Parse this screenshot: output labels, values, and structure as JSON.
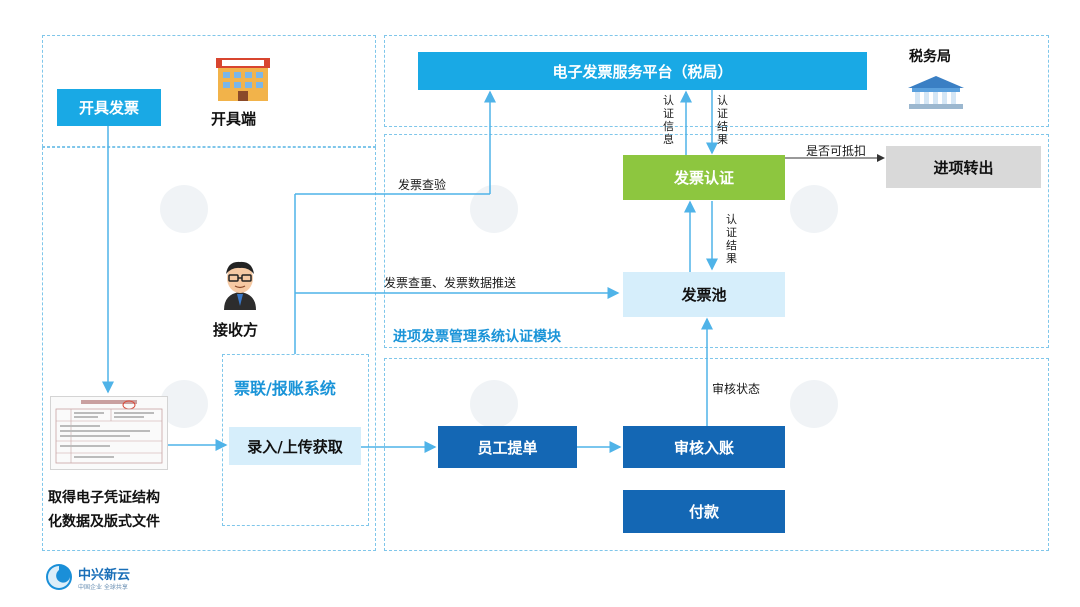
{
  "regions": {
    "tax_bureau_label": "税务局",
    "issuer_label": "开具端",
    "receiver_label": "接收方",
    "module_label": "进项发票管理系统认证模块"
  },
  "nodes": {
    "issue_invoice": "开具发票",
    "platform": "电子发票服务平台（税局）",
    "invoice_auth": "发票认证",
    "input_transfer": "进项转出",
    "invoice_pool": "发票池",
    "ticket_system": "票联/报账系统",
    "upload": "录入/上传获取",
    "employee_submit": "员工提单",
    "review_entry": "审核入账",
    "payment": "付款"
  },
  "edge_labels": {
    "auth_info": "认证信息",
    "auth_result_top": "认证结果",
    "auth_result_mid": "认证结果",
    "deductible": "是否可抵扣",
    "invoice_check": "发票查验",
    "dedup_push": "发票查重、发票数据推送",
    "review_status": "审核状态"
  },
  "document_caption_line1": "取得电子凭证结构",
  "document_caption_line2": "化数据及版式文件",
  "logo": {
    "brand": "中兴新云",
    "slogan": "中国企业 全球共享"
  },
  "colors": {
    "region_border": "#7fc6ea",
    "light_blue": "#19a9e5",
    "dark_blue": "#1467b4",
    "green": "#8dc63f",
    "pale_blue": "#d6eefb",
    "gray": "#d9d9d9",
    "accent_text": "#1a94d8"
  }
}
